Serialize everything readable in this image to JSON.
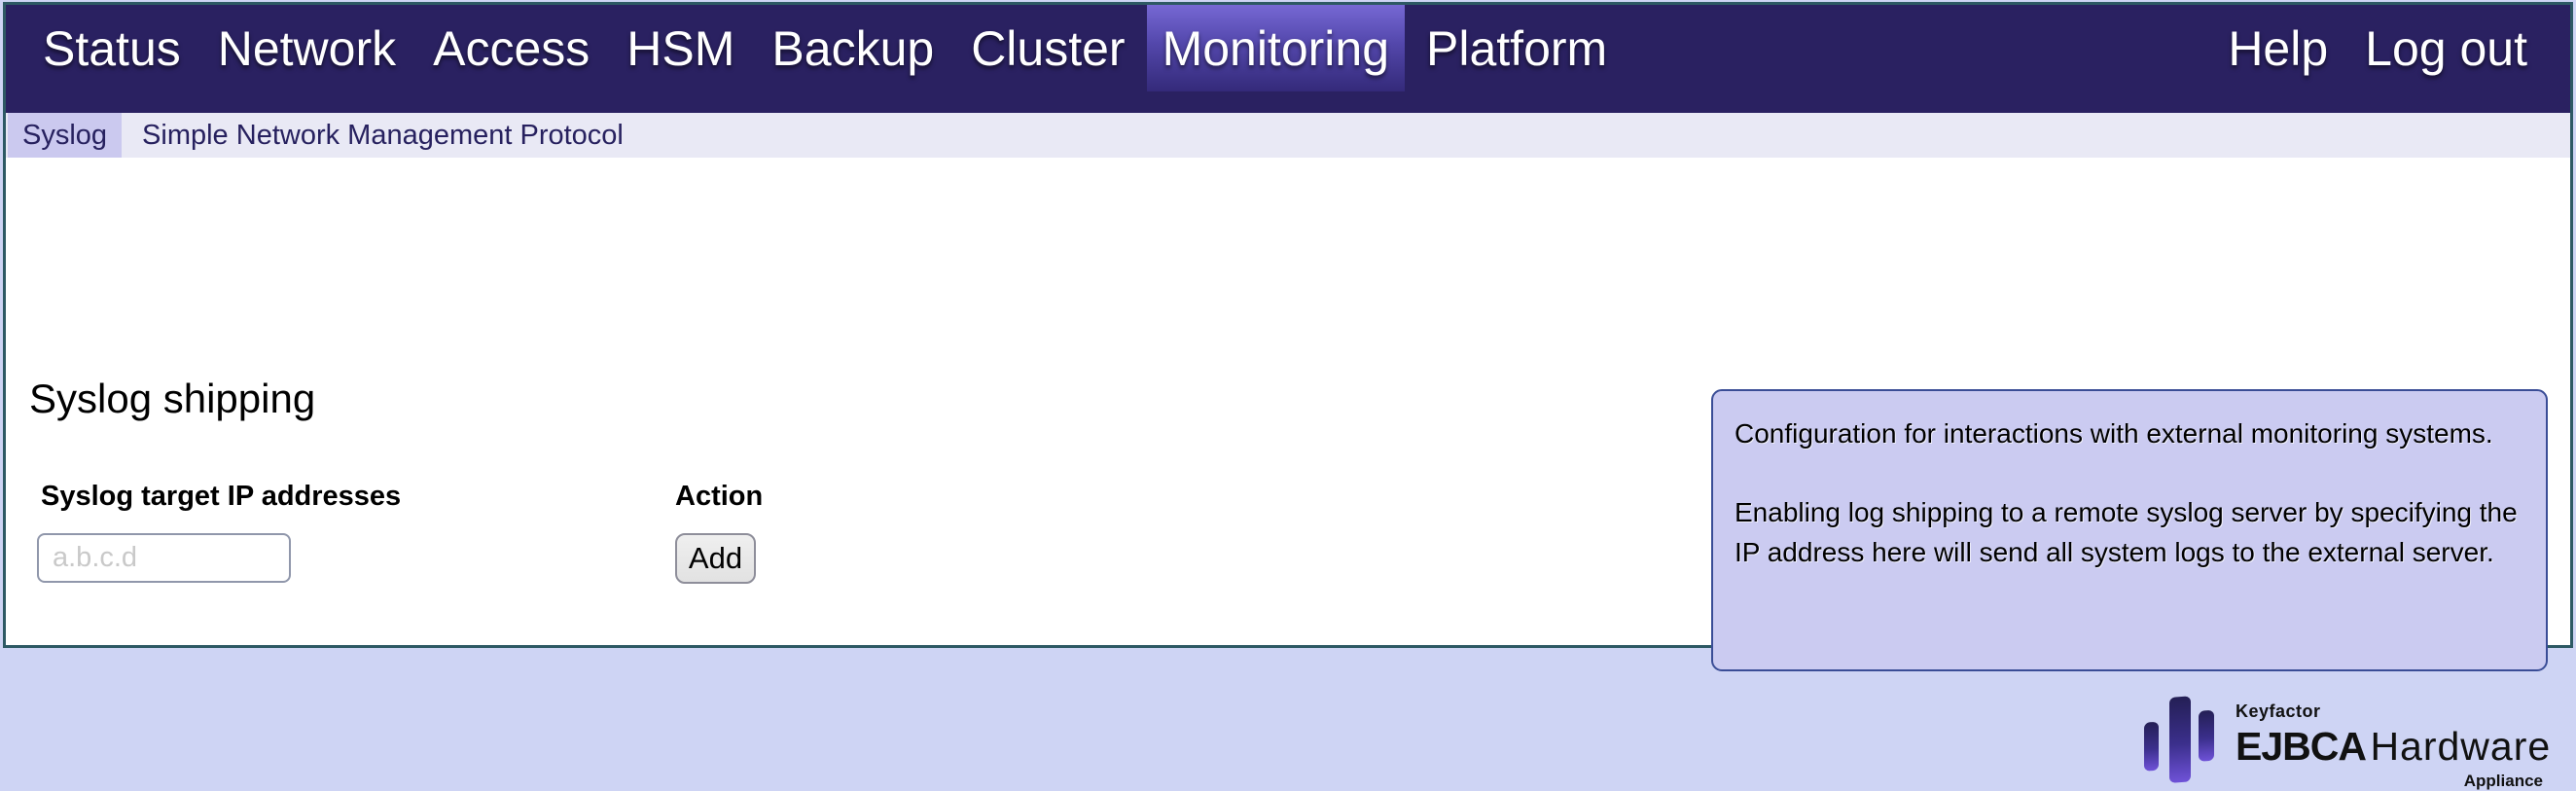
{
  "nav": {
    "items": [
      {
        "label": "Status",
        "active": false
      },
      {
        "label": "Network",
        "active": false
      },
      {
        "label": "Access",
        "active": false
      },
      {
        "label": "HSM",
        "active": false
      },
      {
        "label": "Backup",
        "active": false
      },
      {
        "label": "Cluster",
        "active": false
      },
      {
        "label": "Monitoring",
        "active": true
      },
      {
        "label": "Platform",
        "active": false
      }
    ],
    "right_items": [
      {
        "label": "Help"
      },
      {
        "label": "Log out"
      }
    ]
  },
  "subnav": {
    "items": [
      {
        "label": "Syslog",
        "active": true
      },
      {
        "label": "Simple Network Management Protocol",
        "active": false
      }
    ]
  },
  "main": {
    "title": "Syslog shipping",
    "form": {
      "ip_label": "Syslog target IP addresses",
      "action_label": "Action",
      "ip_placeholder": "a.b.c.d",
      "ip_value": "",
      "add_button_label": "Add"
    },
    "info_box": {
      "paragraph1": "Configuration for interactions with external monitoring systems.",
      "paragraph2": "Enabling log shipping to a remote syslog server by specifying the IP address here will send all system logs to the external server."
    }
  },
  "footer": {
    "logo": {
      "brand": "Keyfactor",
      "product_bold": "EJBCA",
      "product_light": "Hardware",
      "subtitle": "Appliance"
    }
  },
  "colors": {
    "nav_background": "#2a2161",
    "nav_active_top": "#7668d4",
    "nav_active_bottom": "#342a7a",
    "subnav_background": "#e9e9f5",
    "subnav_active": "#cbc9ef",
    "subnav_text": "#27215f",
    "info_box_background": "#cbcbf1",
    "info_box_border": "#3a4d96",
    "page_frame_border": "#2d5964",
    "page_frame_outer": "#ced4f4",
    "logo_gradient_top": "#241f55",
    "logo_gradient_bottom": "#6f52d8"
  }
}
